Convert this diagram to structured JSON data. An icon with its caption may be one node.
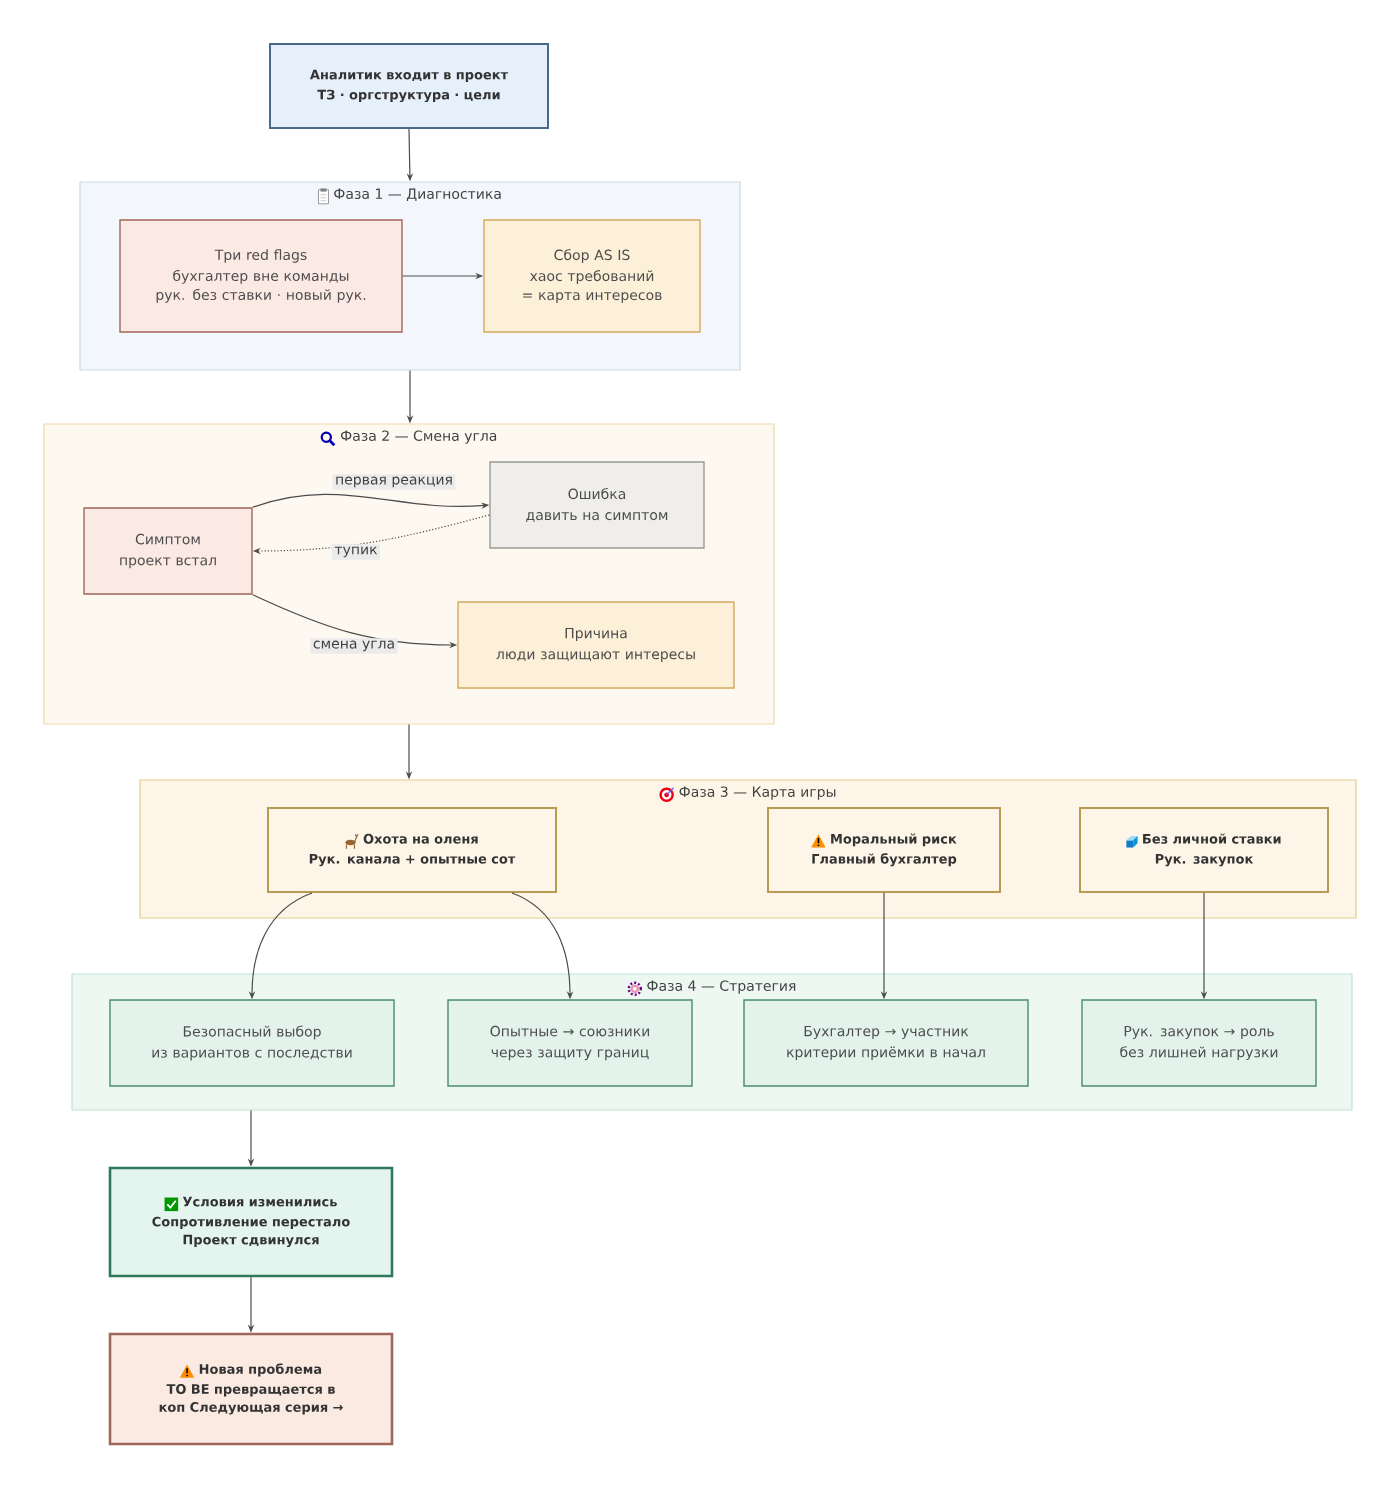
{
  "diagram": {
    "nodes": [
      {
        "text": [
          "Аналитик входит в проект",
          "ТЗ · оргструктура · цели"
        ]
      },
      {
        "text": [
          "Фаза 1 — Диагностика"
        ]
      },
      {
        "text": [
          "Три red flags",
          "бухгалтер вне команды рук. без ставки · новый рук."
        ],
        "in": 1
      },
      {
        "text": [
          "Сбор AS IS",
          "хаос требований = карта интересов"
        ],
        "in": 1
      },
      {
        "text": [
          "Фаза 2 — Смена угла"
        ]
      },
      {
        "text": [
          "Симптом",
          "проект встал"
        ],
        "in": 4
      },
      {
        "text": [
          "Ошибка",
          "давить на симптом"
        ],
        "in": 4
      },
      {
        "text": [
          "Причина",
          "люди защищают интересы"
        ],
        "in": 4
      },
      {
        "text": [
          "Фаза 3 — Карта игры"
        ]
      },
      {
        "text": [
          "Охота на оленя",
          "Рук. канала + опытные сот"
        ],
        "in": 8
      },
      {
        "text": [
          "Моральный риск",
          "Главный бухгалтер"
        ],
        "in": 8
      },
      {
        "text": [
          "Без личной ставки",
          "Рук. закупок"
        ],
        "in": 8
      },
      {
        "text": [
          "Фаза 4 — Стратегия"
        ]
      },
      {
        "text": [
          "Безопасный выбор",
          "из вариантов с последстви"
        ],
        "in": 12
      },
      {
        "text": [
          "Опытные → союзники",
          "через защиту границ"
        ],
        "in": 12
      },
      {
        "text": [
          "Бухгалтер → участник",
          "критерии приёмки в начал"
        ],
        "in": 12
      },
      {
        "text": [
          "Рук. закупок → роль",
          "без лишней нагрузки"
        ],
        "in": 12
      },
      {
        "text": [
          "Условия изменились",
          "Сопротивление перестало Проект сдвинулся"
        ]
      },
      {
        "text": [
          "Новая проблема",
          "ТО BE превращается в коп Следующая серия →"
        ]
      }
    ],
    "edges": [
      {
        "from": 0,
        "to": 1,
        "arrow": "to"
      },
      {
        "from": 2,
        "to": 3,
        "arrow": "to"
      },
      {
        "from": 1,
        "to": 4,
        "arrow": "to"
      },
      {
        "from": 5,
        "to": 6,
        "arrow": "to",
        "label": "первая реакция"
      },
      {
        "from": 6,
        "to": 5,
        "arrow": "to",
        "label": "тупик",
        "style": "dashed"
      },
      {
        "from": 5,
        "to": 7,
        "arrow": "to",
        "label": "смена угла"
      },
      {
        "from": 4,
        "to": 8,
        "arrow": "to"
      },
      {
        "from": 9,
        "to": 13,
        "arrow": "to"
      },
      {
        "from": 9,
        "to": 14,
        "arrow": "to"
      },
      {
        "from": 10,
        "to": 15,
        "arrow": "to"
      },
      {
        "from": 11,
        "to": 16,
        "arrow": "to"
      },
      {
        "from": 12,
        "to": 17,
        "arrow": "to"
      },
      {
        "from": 17,
        "to": 18,
        "arrow": "to"
      }
    ]
  }
}
